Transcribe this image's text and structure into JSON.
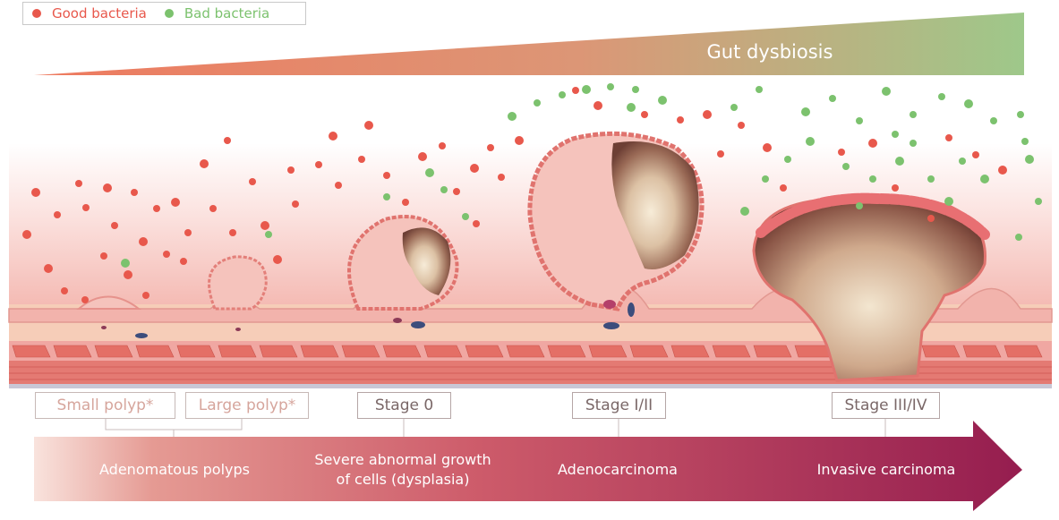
{
  "legend": {
    "good_label": "Good bacteria",
    "bad_label": "Bad bacteria",
    "good_color": "#e8584c",
    "bad_color": "#7cc26e"
  },
  "dysbiosis": {
    "label": "Gut dysbiosis",
    "color_start": "#e9765f",
    "color_end": "#9ec88a"
  },
  "stages": {
    "small_polyp": "Small polyp*",
    "large_polyp": "Large polyp*",
    "stage_0": "Stage 0",
    "stage_1_2": "Stage I/II",
    "stage_3_4": "Stage III/IV"
  },
  "phases": {
    "adenomatous": "Adenomatous polyps",
    "dysplasia_line1": "Severe abnormal growth",
    "dysplasia_line2": "of cells (dysplasia)",
    "adenocarcinoma": "Adenocarcinoma",
    "invasive": "Invasive carcinoma"
  },
  "colors": {
    "mucosa": "#f3b6ae",
    "tissue": "#f6cdb8",
    "muscle": "#e47770",
    "arrow_start": "#f7d7cf",
    "arrow_end": "#951d4f"
  }
}
